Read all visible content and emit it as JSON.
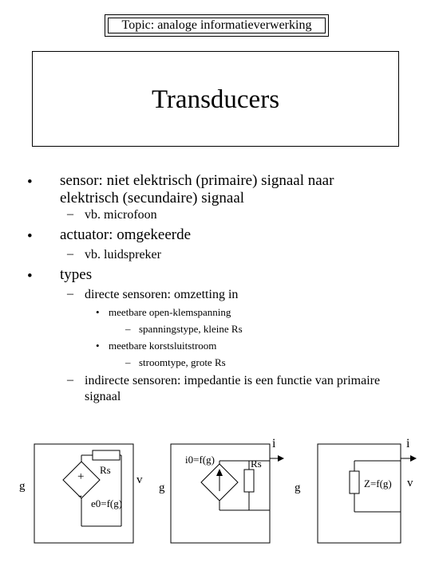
{
  "topic": "Topic: analoge informatieverwerking",
  "title": "Transducers",
  "bullet_symbol": "•",
  "dash_symbol": "–",
  "bullets": {
    "sensor": "sensor: niet elektrisch (primaire) signaal naar elektrisch (secundaire) signaal",
    "sensor_example": "vb. microfoon",
    "actuator": "actuator: omgekeerde",
    "actuator_example": "vb. luidspreker",
    "types": "types",
    "direct": "directe sensoren: omzetting in",
    "open_circuit": "meetbare open-klemspanning",
    "voltage_type": "spanningstype, kleine Rs",
    "short_circuit": "meetbare korstsluitstroom",
    "current_type": "stroomtype, grote Rs",
    "indirect": "indirecte sensoren: impedantie is een functie van primaire signaal"
  },
  "circuits": {
    "c1": {
      "g": "g",
      "rs": "Rs",
      "plus": "+",
      "minus": "-",
      "source": "e0=f(g)",
      "v": "v"
    },
    "c2": {
      "g": "g",
      "source": "i0=f(g)",
      "rs": "Rs",
      "i": "i"
    },
    "c3": {
      "g": "g",
      "z": "Z=f(g)",
      "v": "v",
      "i": "i"
    }
  }
}
